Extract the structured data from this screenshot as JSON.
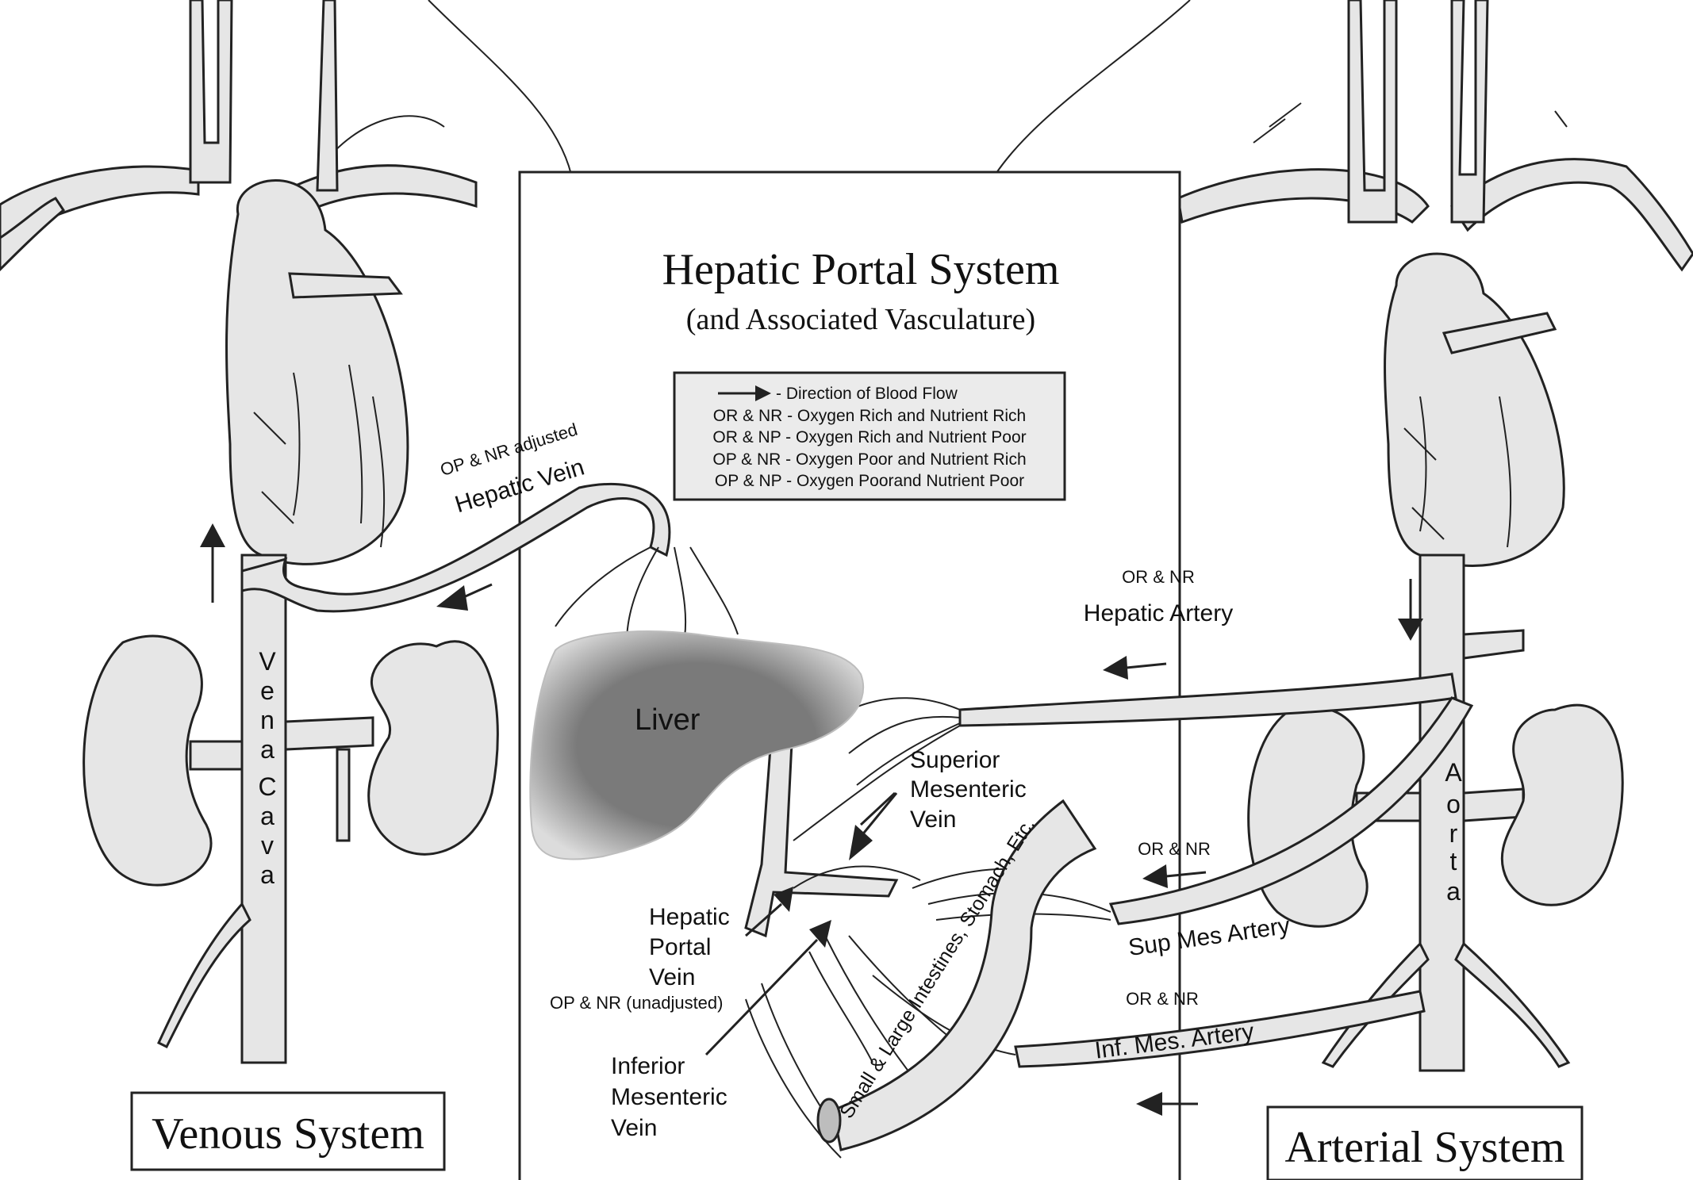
{
  "title": "Hepatic Portal System",
  "subtitle": "(and Associated Vasculature)",
  "legend": [
    "- Direction of Blood Flow",
    "OR & NR - Oxygen Rich and Nutrient Rich",
    "OR & NP - Oxygen Rich and Nutrient Poor",
    "OP & NR - Oxygen Poor and Nutrient Rich",
    "OP & NP - Oxygen Poorand Nutrient Poor"
  ],
  "labels": {
    "venous_system": "Venous System",
    "arterial_system": "Arterial System",
    "liver": "Liver",
    "hepatic_vein_tag": "OP & NR adjusted",
    "hepatic_vein": "Hepatic Vein",
    "hepatic_artery_tag": "OR & NR",
    "hepatic_artery": "Hepatic Artery",
    "superior_mesenteric_vein": [
      "Superior",
      "Mesenteric",
      "Vein"
    ],
    "hepatic_portal_vein": [
      "Hepatic",
      "Portal",
      "Vein"
    ],
    "hepatic_portal_tag": "OP & NR (unadjusted)",
    "inferior_mesenteric_vein": [
      "Inferior",
      "Mesenteric",
      "Vein"
    ],
    "sup_mes_tag": "OR & NR",
    "sup_mes_artery": "Sup Mes Artery",
    "inf_mes_tag": "OR & NR",
    "inf_mes_artery": "Inf. Mes. Artery",
    "intestines": "Small & Large Intestines, Stomach, Etc.",
    "vena_cava": [
      "V",
      "e",
      "n",
      "a",
      "C",
      "a",
      "v",
      "a"
    ],
    "aorta": [
      "A",
      "o",
      "r",
      "t",
      "a"
    ]
  },
  "colors": {
    "vessel_fill": "#e6e6e6",
    "liver_fill": "#7a7a7a",
    "legend_fill": "#ebebeb",
    "stroke": "#222222"
  }
}
